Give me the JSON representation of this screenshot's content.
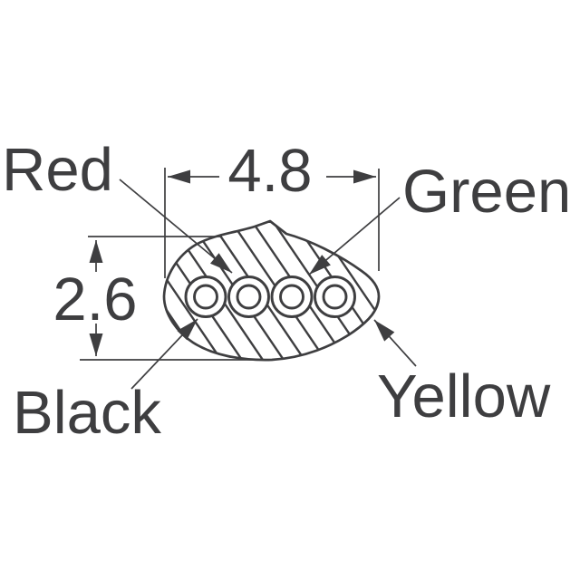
{
  "diagram": {
    "type": "cable-cross-section-dimension-drawing",
    "labels": {
      "red": "Red",
      "green": "Green",
      "black": "Black",
      "yellow": "Yellow"
    },
    "dimensions": {
      "width": "4.8",
      "height": "2.6"
    },
    "wire_order_left_to_right": [
      "Black",
      "Red",
      "Green",
      "Yellow"
    ],
    "wire_count": 4,
    "colors": {
      "ink": "#3e3e40",
      "background": "#ffffff"
    }
  }
}
